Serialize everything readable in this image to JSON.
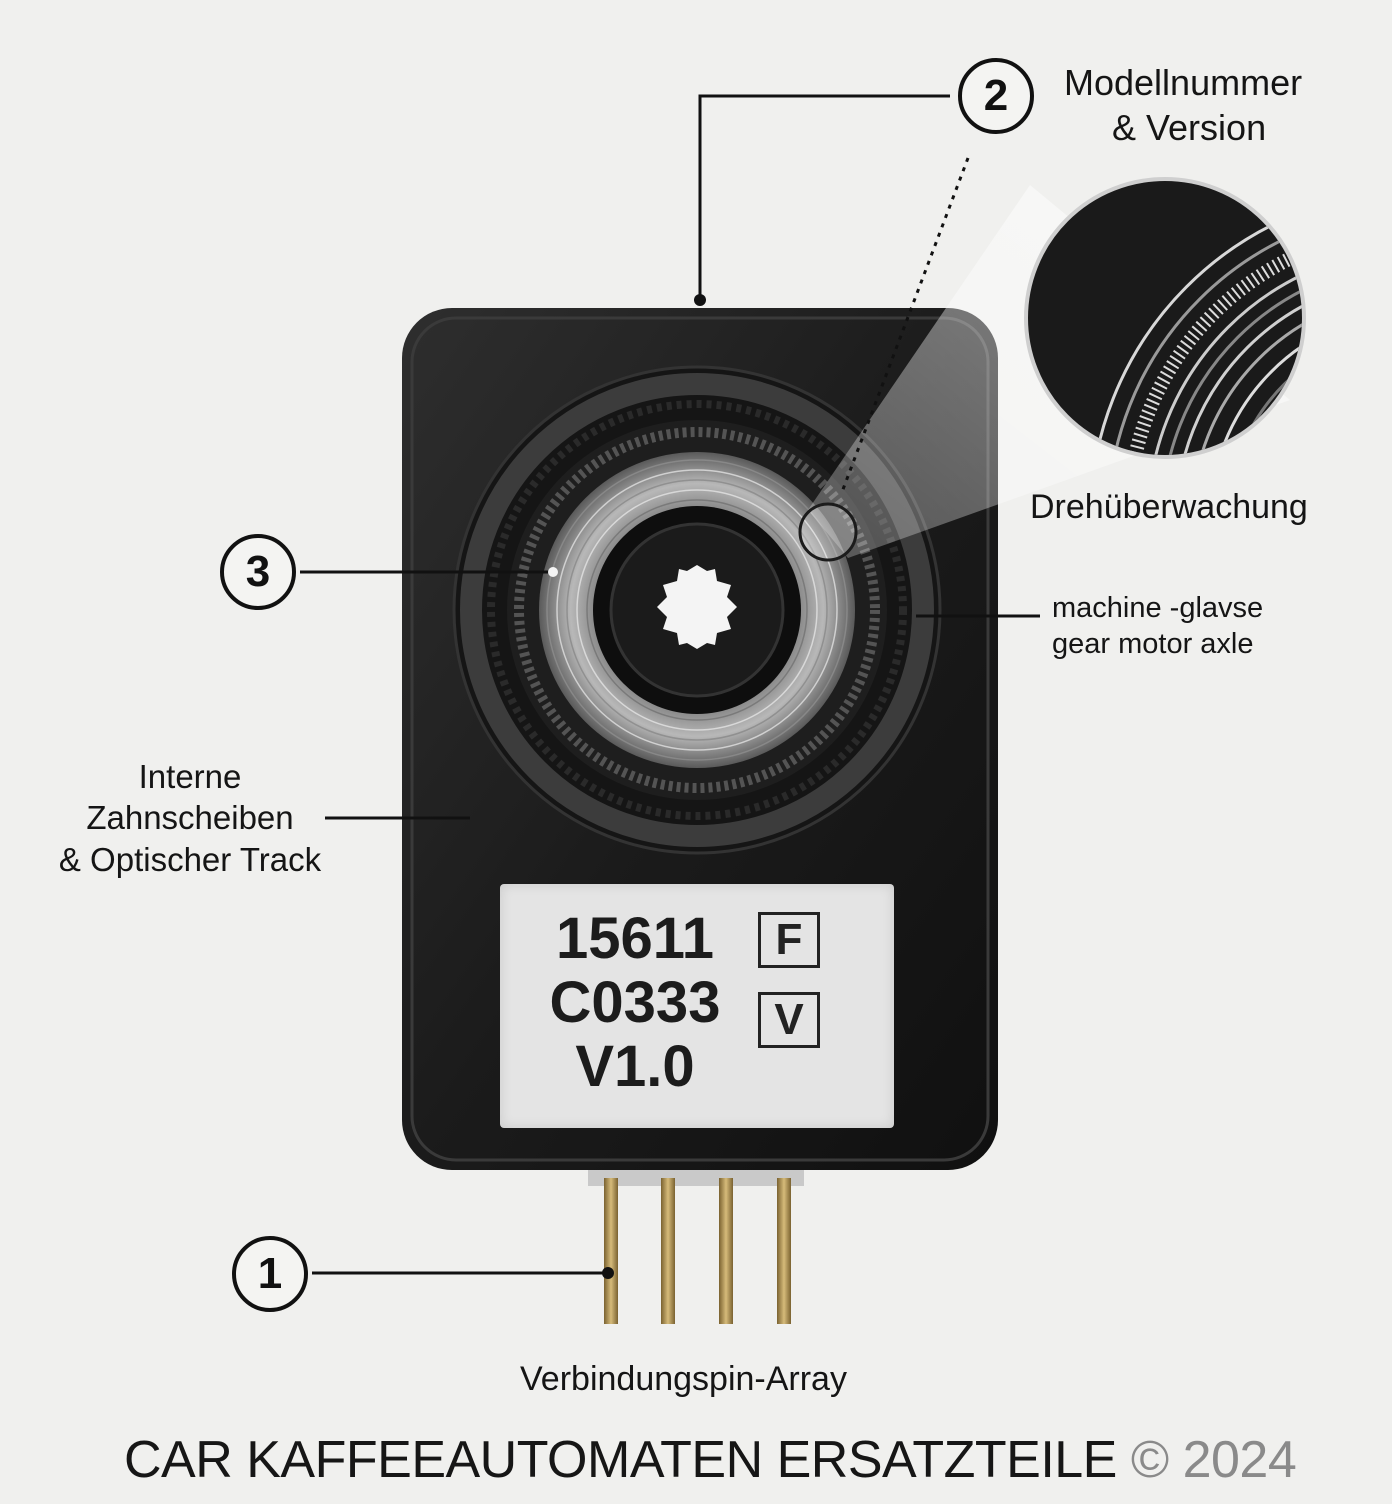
{
  "callouts": {
    "c1": "1",
    "c2": "2",
    "c3": "3"
  },
  "labels": {
    "model": [
      "Modellnummer",
      "& Version"
    ],
    "rotation": "Drehüberwachung",
    "axle": [
      "machine -glavse",
      "gear motor axle"
    ],
    "internal": [
      "Interne",
      "Zahnscheiben",
      "& Optischer Track"
    ],
    "pins": "Verbindungspin-Array"
  },
  "sticker": {
    "line1": "15611",
    "line2": "C0333",
    "line3": "V1.0",
    "box_top": "F",
    "box_bottom": "V"
  },
  "footer": {
    "brand": "CAR KAFFEEAUTOMATEN ERSATZTEILE",
    "year": "© 2024"
  }
}
